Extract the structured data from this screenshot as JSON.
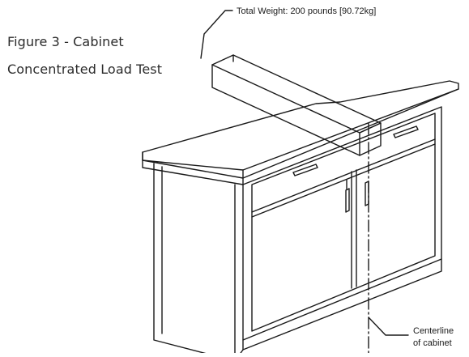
{
  "figure": {
    "title_line1": "Figure 3 -  Cabinet",
    "title_line2": "Concentrated Load Test"
  },
  "callouts": {
    "weight": "Total Weight: 200 pounds [90.72kg]",
    "centerline_line1": "Centerline",
    "centerline_line2": "of cabinet"
  },
  "colors": {
    "line": "#1a1a1a",
    "background": "#ffffff"
  }
}
